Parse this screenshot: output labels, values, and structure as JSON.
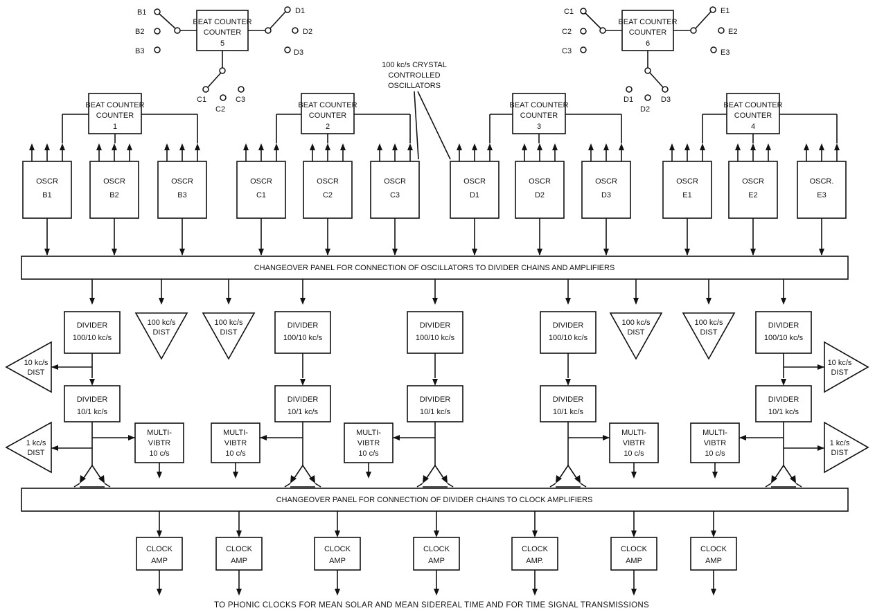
{
  "beat_counters": [
    {
      "id": "1",
      "title": "BEAT COUNTER",
      "number": "1"
    },
    {
      "id": "2",
      "title": "BEAT COUNTER",
      "number": "2"
    },
    {
      "id": "3",
      "title": "BEAT COUNTER",
      "number": "3"
    },
    {
      "id": "4",
      "title": "BEAT COUNTER",
      "number": "4"
    },
    {
      "id": "5",
      "title": "BEAT COUNTER",
      "number": "5"
    },
    {
      "id": "6",
      "title": "BEAT COUNTER",
      "number": "6"
    }
  ],
  "switch_labels": {
    "bc5": [
      "B1",
      "B2",
      "B3",
      "D1",
      "D2",
      "D3",
      "C1",
      "C2",
      "C3"
    ],
    "bc6": [
      "C1",
      "C2",
      "C3",
      "E1",
      "E2",
      "E3",
      "D1",
      "D2",
      "D3"
    ]
  },
  "crystal_note": [
    "100 kc/s CRYSTAL",
    "CONTROLLED",
    "OSCILLATORS"
  ],
  "oscillators": [
    {
      "top": "OSCR",
      "bottom": "B1"
    },
    {
      "top": "OSCR",
      "bottom": "B2"
    },
    {
      "top": "OSCR",
      "bottom": "B3"
    },
    {
      "top": "OSCR",
      "bottom": "C1"
    },
    {
      "top": "OSCR",
      "bottom": "C2"
    },
    {
      "top": "OSCR",
      "bottom": "C3"
    },
    {
      "top": "OSCR",
      "bottom": "D1"
    },
    {
      "top": "OSCR",
      "bottom": "D2"
    },
    {
      "top": "OSCR",
      "bottom": "D3"
    },
    {
      "top": "OSCR",
      "bottom": "E1"
    },
    {
      "top": "OSCR",
      "bottom": "E2"
    },
    {
      "top": "OSCR.",
      "bottom": "E3"
    }
  ],
  "panel1": "CHANGEOVER PANEL FOR CONNECTION OF OSCILLATORS TO DIVIDER CHAINS AND AMPLIFIERS",
  "panel2": "CHANGEOVER PANEL FOR CONNECTION OF DIVIDER CHAINS TO CLOCK AMPLIFIERS",
  "divider_100": {
    "title": "DIVIDER",
    "ratio": "100/10 kc/s"
  },
  "divider_10": {
    "title": "DIVIDER",
    "ratio": "10/1 kc/s"
  },
  "dist_100": [
    "100 kc/s",
    "DIST"
  ],
  "dist_10": [
    "10 kc/s",
    "DIST"
  ],
  "dist_1": [
    "1 kc/s",
    "DIST"
  ],
  "multivibrator": [
    "MULTI-",
    "VIBTR",
    "10 c/s"
  ],
  "clock_amps": [
    [
      "CLOCK",
      "AMP"
    ],
    [
      "CLOCK",
      "AMP"
    ],
    [
      "CLOCK",
      "AMP"
    ],
    [
      "CLOCK",
      "AMP"
    ],
    [
      "CLOCK",
      "AMP."
    ],
    [
      "CLOCK",
      "AMP"
    ],
    [
      "CLOCK",
      "AMP"
    ]
  ],
  "caption": "TO PHONIC CLOCKS FOR MEAN SOLAR AND MEAN SIDEREAL TIME AND FOR TIME SIGNAL TRANSMISSIONS"
}
